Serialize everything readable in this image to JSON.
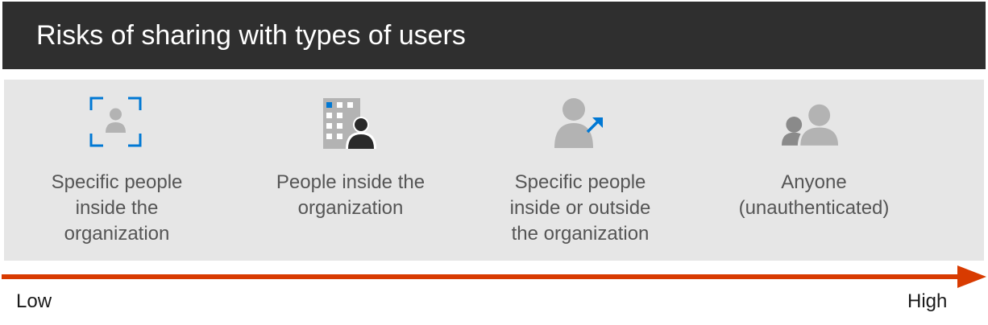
{
  "header": {
    "title": "Risks of sharing with types of users"
  },
  "items": [
    {
      "label": "Specific people\ninside the\norganization",
      "icon": "specific-internal-person-icon"
    },
    {
      "label": "People inside the\norganization",
      "icon": "organization-people-icon"
    },
    {
      "label": "Specific people\ninside or outside\nthe organization",
      "icon": "external-person-icon"
    },
    {
      "label": "Anyone\n(unauthenticated)",
      "icon": "anyone-people-icon"
    }
  ],
  "scale": {
    "low_label": "Low",
    "high_label": "High"
  },
  "colors": {
    "header_bg": "#2f2f2f",
    "panel_bg": "#e6e6e6",
    "accent_blue": "#0078d4",
    "icon_gray": "#b3b3b3",
    "arrow_red": "#d83b01"
  }
}
